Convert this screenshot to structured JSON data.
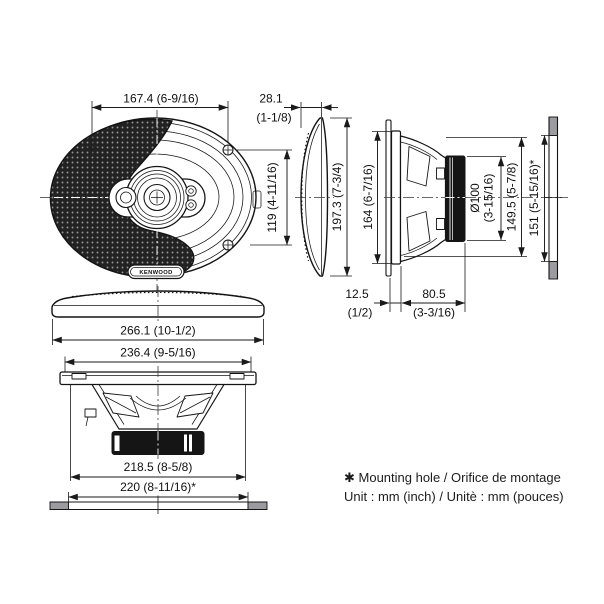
{
  "diagram": {
    "brand_badge": "KENWOOD",
    "front_view": {
      "cutout_width": "167.4 (6-9/16)",
      "cutout_height": "119 (4-11/16)",
      "protrusion_mm": "28.1",
      "protrusion_inch": "(1-1/8)"
    },
    "side_profile": {
      "overall_height": "197.3 (7-3/4)"
    },
    "rear_view": {
      "frame_height": "164 (6-7/16)",
      "magnet_diameter_mm": "Ø100",
      "magnet_diameter_inch": "(3-15/16)",
      "body_height": "149.5 (5-7/8)",
      "mounting_hole_height": "151 (5-15/16)*",
      "flange_depth_mm": "12.5",
      "flange_depth_inch": "(1/2)",
      "mounting_depth_mm": "80.5",
      "mounting_depth_inch": "(3-3/16)"
    },
    "bottom_view": {
      "overall_width": "266.1 (10-1/2)",
      "frame_width": "236.4 (9-5/16)",
      "basket_width": "218.5 (8-5/8)",
      "mounting_hole_width": "220 (8-11/16)*"
    },
    "notes": {
      "mounting_hole": "✱ Mounting hole / Orifice de montage",
      "units": "Unit : mm (inch) / Unitè : mm (pouces)"
    }
  }
}
